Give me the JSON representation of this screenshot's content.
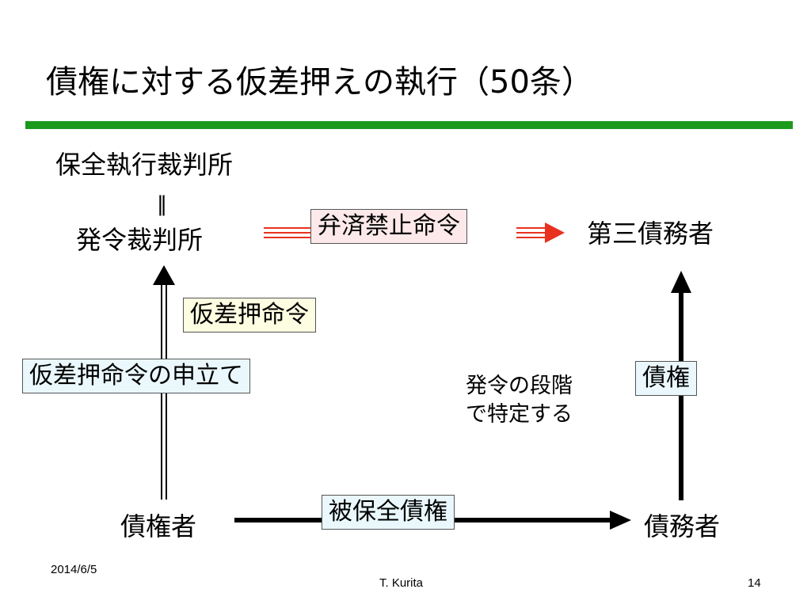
{
  "slide": {
    "title": "債権に対する仮差押えの執行（50条）",
    "accent_color": "#1c9a1c"
  },
  "nodes": {
    "court_enforcement": "保全執行裁判所",
    "equals": "‖",
    "court_issuing": "発令裁判所",
    "third_debtor": "第三債務者",
    "creditor": "債権者",
    "debtor": "債務者"
  },
  "boxes": {
    "benzai_kinshi": "弁済禁止命令",
    "karisashiosae_meirei": "仮差押命令",
    "moushitate": "仮差押命令の申立て",
    "saiken": "債権",
    "hihozen_saiken": "被保全債権"
  },
  "note": {
    "line1": "発令の段階",
    "line2": "で特定する"
  },
  "footer": {
    "date": "2014/6/5",
    "author": "T. Kurita",
    "page": "14"
  },
  "colors": {
    "benzai_box_bg": "#fde9ea",
    "meirei_box_bg": "#fdfde1",
    "info_box_bg": "#eaf8fd",
    "arrow_red": "#e8321f",
    "arrow_black": "#000000"
  }
}
